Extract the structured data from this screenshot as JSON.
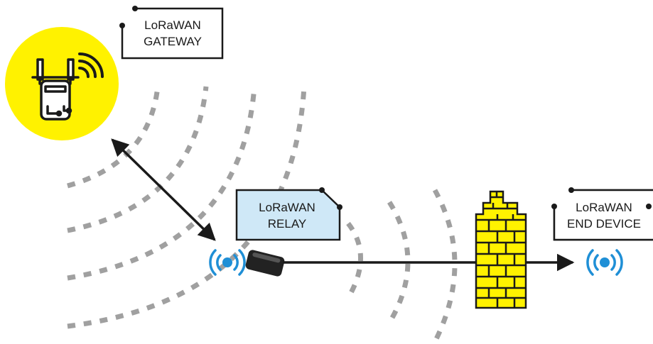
{
  "gateway": {
    "line1": "LoRaWAN",
    "line2": "GATEWAY"
  },
  "relay": {
    "line1": "LoRaWAN",
    "line2": "RELAY"
  },
  "end_device": {
    "line1": "LoRaWAN",
    "line2": "END DEVICE"
  },
  "colors": {
    "gateway_circle": "#fff200",
    "relay_box": "#cfe8f7",
    "wall": "#fff200",
    "signal": "#1f8fd6",
    "wave": "#a0a0a0",
    "line": "#1a1a1a"
  },
  "icons": [
    "gateway-antenna-icon",
    "wifi-signal-icon",
    "broadcast-icon",
    "relay-device-icon",
    "brick-wall-icon"
  ]
}
